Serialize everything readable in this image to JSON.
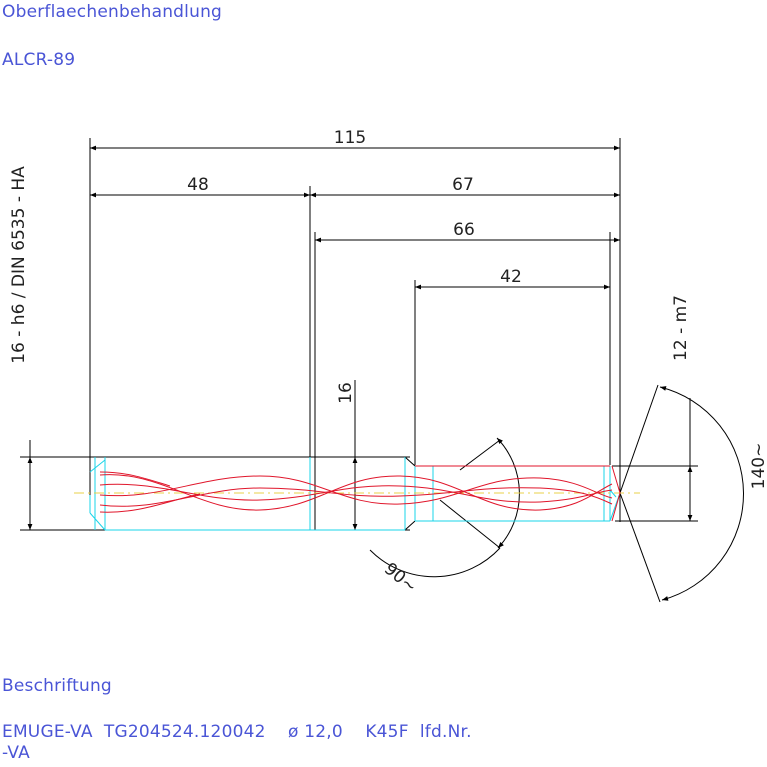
{
  "header": {
    "title": "Oberflaechenbehandlung",
    "coating": "ALCR-89"
  },
  "dimensions": {
    "overall_length": "115",
    "shank_length": "48",
    "flute_section_length": "67",
    "flute_length": "66",
    "cutting_length": "42",
    "shank_diameter": "16",
    "shank_tolerance_label": "16 - h6 / DIN 6535 - HA",
    "cutting_diameter_tolerance": "12 - m7",
    "point_angle": "140~",
    "helix_angle": "90~"
  },
  "footer": {
    "label": "Beschriftung",
    "marking_line1": "EMUGE-VA  TG204524.120042    ø 12,0    K45F  lfd.Nr.",
    "marking_line2": "-VA"
  },
  "colors": {
    "text": "#4a55d6",
    "outline": "#000000",
    "flutes": "#e0162b",
    "construction": "#19d4e8"
  }
}
